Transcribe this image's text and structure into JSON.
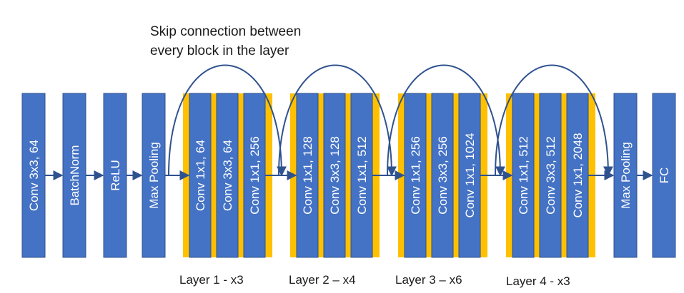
{
  "caption": {
    "line1": "Skip connection between",
    "line2": "every block in the layer"
  },
  "colors": {
    "block": "#4472c4",
    "block_border": "#2f528f",
    "layer_bg": "#ffc000",
    "arrow": "#2f528f"
  },
  "stem": [
    {
      "label": "Conv 3x3, 64"
    },
    {
      "label": "BatchNorm"
    },
    {
      "label": "ReLU"
    },
    {
      "label": "Max Pooling"
    }
  ],
  "layers": [
    {
      "label": "Layer 1 - x3",
      "blocks": [
        "Conv 1x1, 64",
        "Conv 3x3, 64",
        "Conv 1x1, 256"
      ]
    },
    {
      "label": "Layer 2 – x4",
      "blocks": [
        "Conv 1x1, 128",
        "Conv 3x3, 128",
        "Conv 1x1, 512"
      ]
    },
    {
      "label": "Layer 3 – x6",
      "blocks": [
        "Conv 1x1, 256",
        "Conv 3x3, 256",
        "Conv 1x1, 1024"
      ]
    },
    {
      "label": "Layer 4 - x3",
      "blocks": [
        "Conv 1x1, 512",
        "Conv 3x3, 512",
        "Conv 1x1, 2048"
      ]
    }
  ],
  "head": [
    {
      "label": "Max Pooling"
    },
    {
      "label": "FC"
    }
  ]
}
